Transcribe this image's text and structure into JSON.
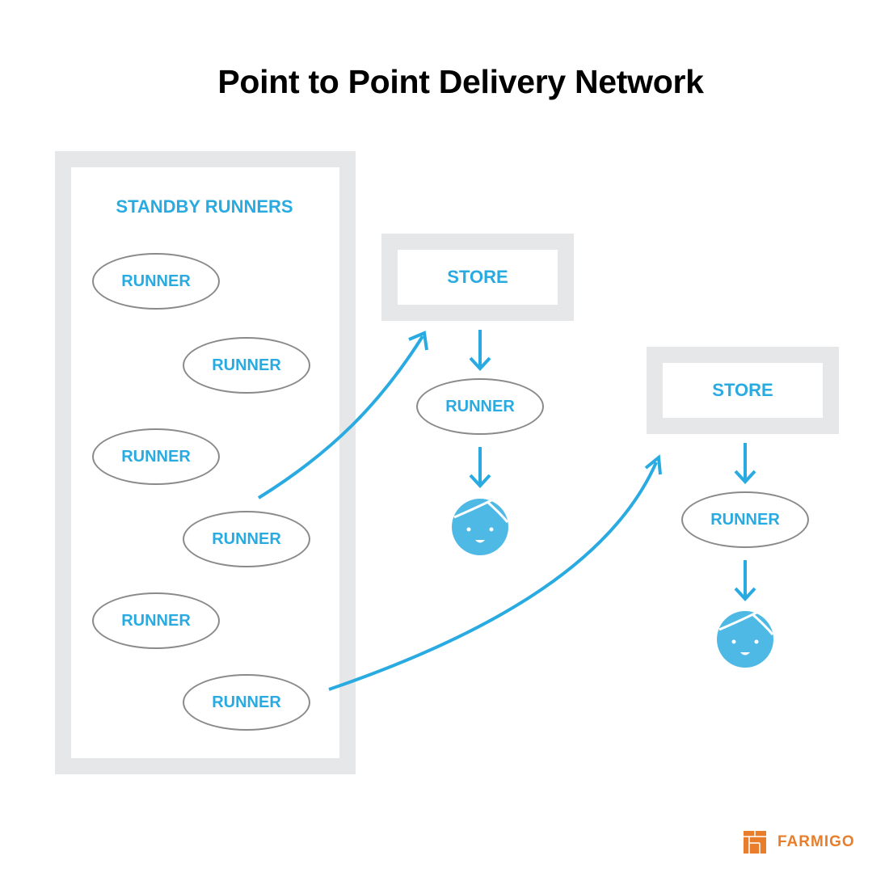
{
  "title": "Point to Point Delivery Network",
  "standby": {
    "label": "STANDBY RUNNERS",
    "runners": [
      "RUNNER",
      "RUNNER",
      "RUNNER",
      "RUNNER",
      "RUNNER",
      "RUNNER"
    ]
  },
  "routes": [
    {
      "store_label": "STORE",
      "runner_label": "RUNNER",
      "customer_icon": "customer-face-icon"
    },
    {
      "store_label": "STORE",
      "runner_label": "RUNNER",
      "customer_icon": "customer-face-icon"
    }
  ],
  "brand": {
    "name": "FARMIGO",
    "color": "#e87e2b"
  },
  "colors": {
    "accent": "#29abe2",
    "panel": "#e6e7e8",
    "face": "#4fb9e5",
    "outline": "#8a8a8a"
  }
}
